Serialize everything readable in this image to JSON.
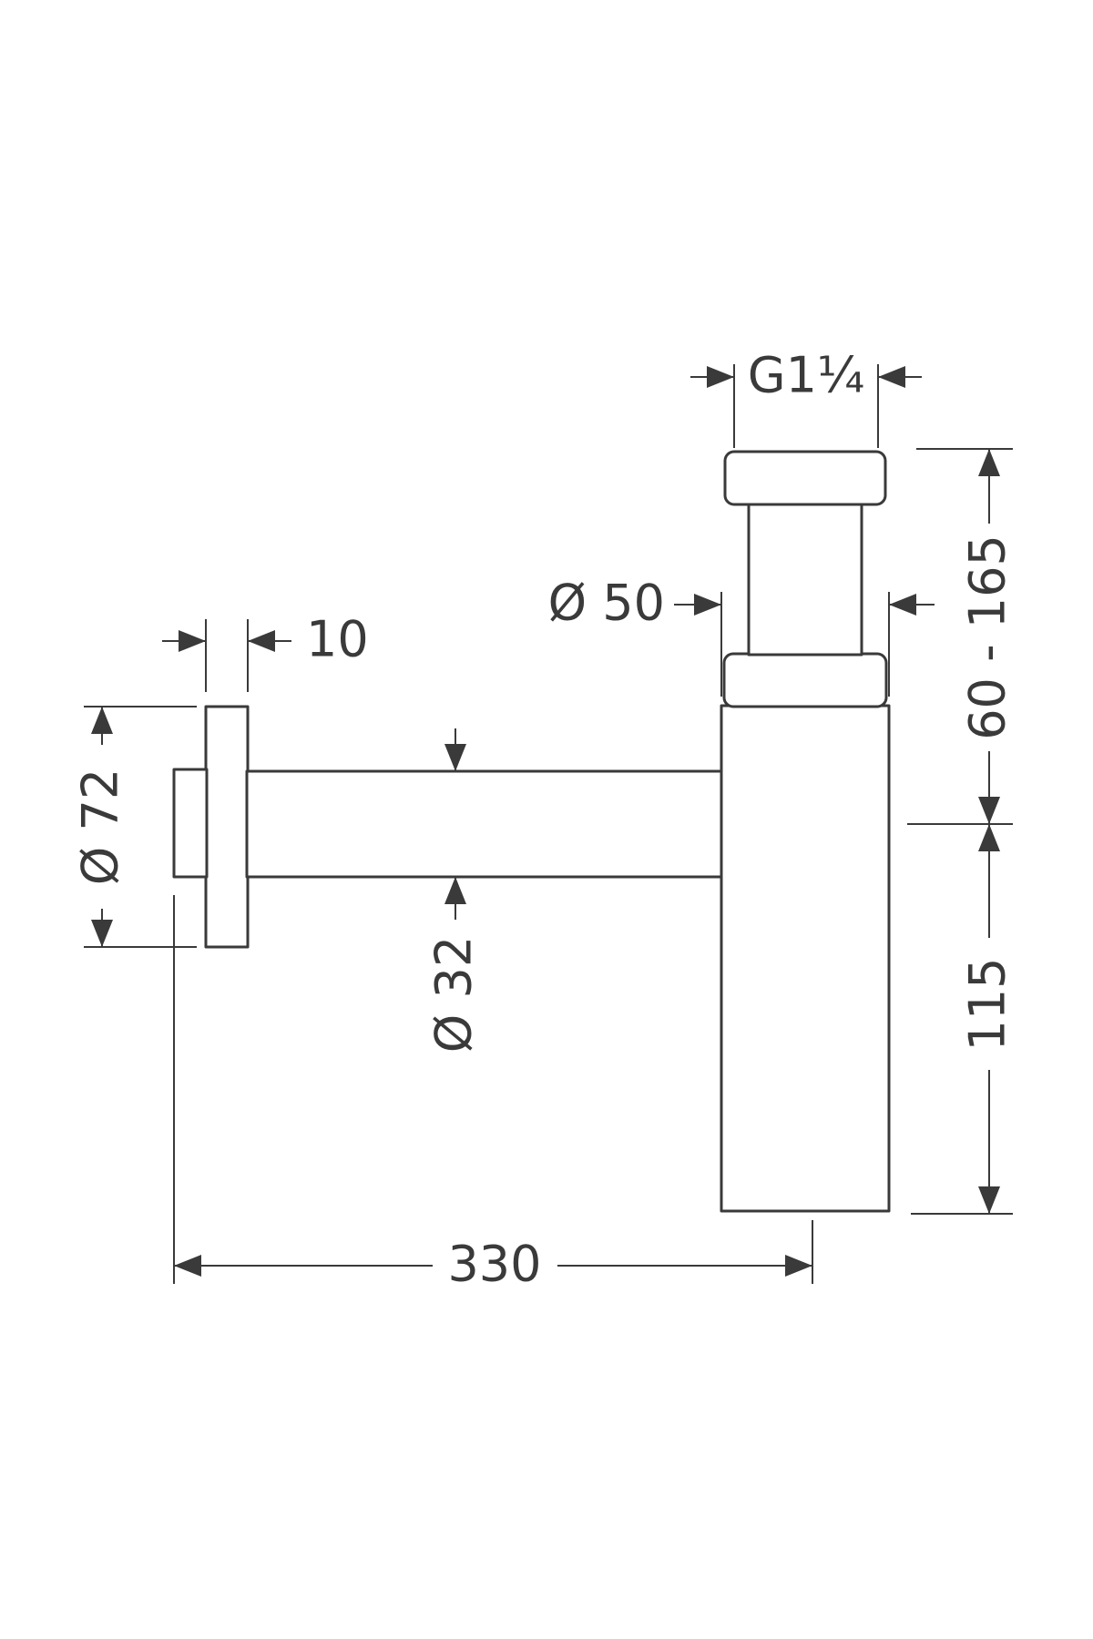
{
  "dimensions": {
    "thread": "G1¼",
    "outlet_diameter": "Ø 50",
    "rosette_thickness": "10",
    "rosette_diameter": "Ø 72",
    "pipe_diameter": "Ø 32",
    "height_adjust": "60 - 165",
    "body_height": "115",
    "total_length": "330"
  },
  "colors": {
    "line": "#3a3a3a",
    "background": "#ffffff"
  }
}
